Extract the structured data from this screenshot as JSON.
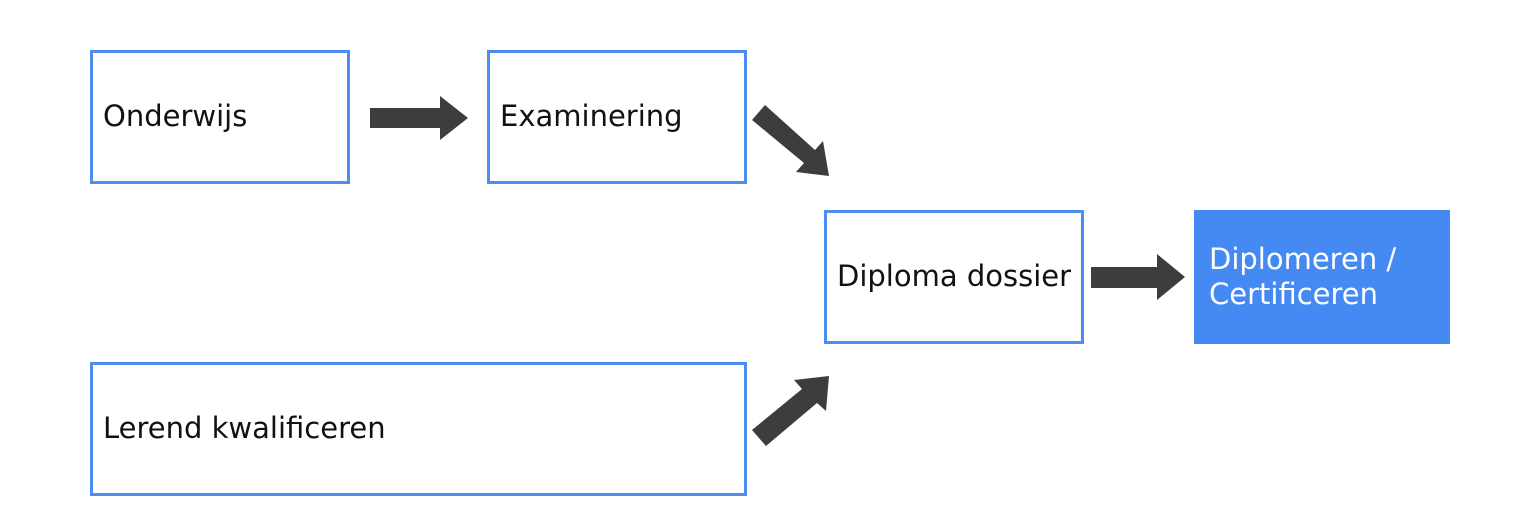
{
  "diagram": {
    "nodes": [
      {
        "id": "onderwijs",
        "label": "Onderwijs",
        "style": "outline"
      },
      {
        "id": "examinering",
        "label": "Examinering",
        "style": "outline"
      },
      {
        "id": "diploma_dossier",
        "label": "Diploma dossier",
        "style": "outline"
      },
      {
        "id": "diplomeren",
        "label": "Diplomeren /\nCertificeren",
        "style": "filled"
      },
      {
        "id": "lerend_kwalificeren",
        "label": "Lerend kwalificeren",
        "style": "outline"
      }
    ],
    "edges": [
      {
        "from": "onderwijs",
        "to": "examinering"
      },
      {
        "from": "examinering",
        "to": "diploma_dossier"
      },
      {
        "from": "lerend_kwalificeren",
        "to": "diploma_dossier"
      },
      {
        "from": "diploma_dossier",
        "to": "diplomeren"
      }
    ],
    "colors": {
      "node_border": "#4b8ef0",
      "node_fill_highlight": "#4589f2",
      "arrow": "#3d3d3d",
      "text": "#111111",
      "text_on_highlight": "#ffffff"
    }
  }
}
